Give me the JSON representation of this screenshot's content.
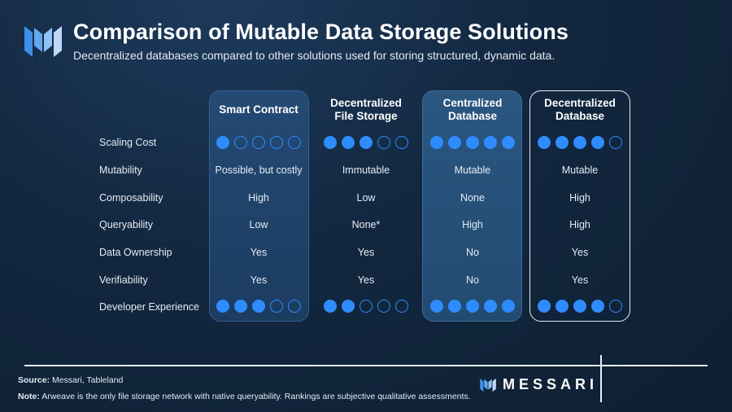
{
  "header": {
    "title": "Comparison of Mutable Data Storage Solutions",
    "subtitle": "Decentralized databases compared to other solutions used for storing structured, dynamic data."
  },
  "colors": {
    "accent": "#2f8cff",
    "background": "#12273f"
  },
  "columns": [
    {
      "line1": "Smart Contract",
      "line2": ""
    },
    {
      "line1": "Decentralized",
      "line2": "File Storage"
    },
    {
      "line1": "Centralized",
      "line2": "Database"
    },
    {
      "line1": "Decentralized",
      "line2": "Database"
    }
  ],
  "rows": {
    "scaling_cost": {
      "label": "Scaling Cost",
      "scores": [
        1,
        3,
        5,
        4
      ]
    },
    "mutability": {
      "label": "Mutability",
      "values": [
        "Possible, but costly",
        "Immutable",
        "Mutable",
        "Mutable"
      ]
    },
    "composability": {
      "label": "Composability",
      "values": [
        "High",
        "Low",
        "None",
        "High"
      ]
    },
    "queryability": {
      "label": "Queryability",
      "values": [
        "Low",
        "None*",
        "High",
        "High"
      ]
    },
    "data_ownership": {
      "label": "Data Ownership",
      "values": [
        "Yes",
        "Yes",
        "No",
        "Yes"
      ]
    },
    "verifiability": {
      "label": "Verifiability",
      "values": [
        "Yes",
        "Yes",
        "No",
        "Yes"
      ]
    },
    "developer_experience": {
      "label": "Developer Experience",
      "scores": [
        3,
        2,
        5,
        4
      ]
    }
  },
  "rating_max": 5,
  "footer": {
    "source_label": "Source:",
    "source_text": "Messari, Tableland",
    "note_label": "Note:",
    "note_text": "Arweave is the only file storage network with native queryability. Rankings are subjective qualitative assessments.",
    "brand": "MESSARI"
  },
  "icons": {
    "logo": "messari-logo-icon",
    "footer_logo": "messari-logo-icon"
  }
}
